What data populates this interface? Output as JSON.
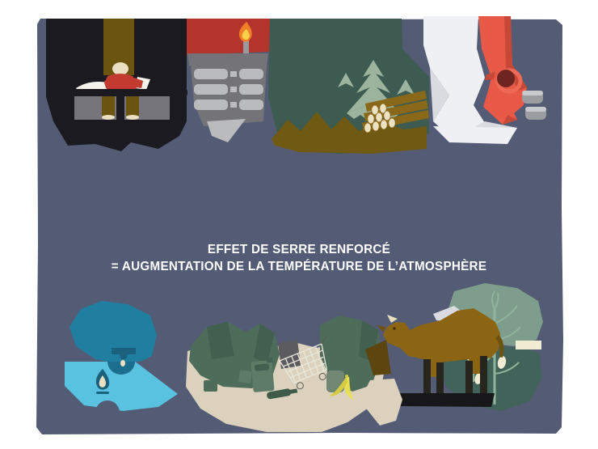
{
  "page": {
    "background_color": "#ffffff"
  },
  "atmosphere": {
    "fill_color": "#545b74",
    "caption": {
      "line1": "EFFET DE SERRE RENFORCÉ",
      "line2": "= AUGMENTATION DE LA TEMPÉRATURE DE L’ATMOSPHÈRE",
      "text_color": "#ffffff"
    }
  },
  "scenes": [
    {
      "name": "office-worker-at-desk"
    },
    {
      "name": "industrial-flare-stack"
    },
    {
      "name": "deforestation-log-pile"
    },
    {
      "name": "mountain-road-vehicle"
    },
    {
      "name": "gas-water-heater"
    },
    {
      "name": "landfill-waste"
    },
    {
      "name": "cattle-and-corn"
    }
  ],
  "palette": {
    "slate_atmosphere": "#545b74",
    "night_black": "#1b1a20",
    "red_sky": "#b3342c",
    "flame_orange": "#f08028",
    "flame_yellow": "#fbd14b",
    "chimney_grey": "#babbbd",
    "forest_green": "#3d5b50",
    "pine_sage": "#9cb49d",
    "ground_olive": "#6f5913",
    "log_brown": "#8a681a",
    "snow_white": "#eef0f3",
    "road_red": "#e85a47",
    "boiler_teal": "#207ea0",
    "boiler_light_blue": "#59c2e1",
    "landfill_beige": "#dbd1bd",
    "trash_green": "#4e6c5a",
    "banana_yellow": "#e9df53",
    "field_sage": "#7e9d8c",
    "field_dark_green": "#42635a",
    "cow_brown": "#8b6513",
    "cream": "#eadfc1"
  }
}
